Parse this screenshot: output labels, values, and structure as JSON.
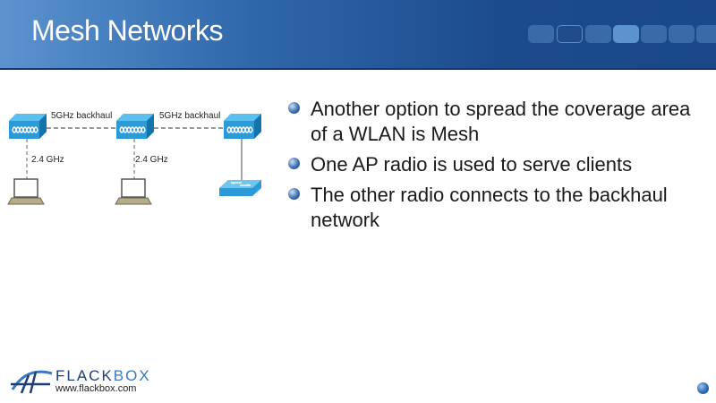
{
  "header": {
    "title": "Mesh Networks",
    "nav_boxes": 7,
    "active_box": 4,
    "outlined_box": 2
  },
  "diagram": {
    "backhaul_labels": [
      "5GHz backhaul",
      "5GHz backhaul"
    ],
    "client_labels": [
      "2.4 GHz",
      "2.4 GHz"
    ]
  },
  "bullets": [
    "Another option to spread the coverage area of a WLAN is Mesh",
    "One AP radio is used to serve clients",
    "The other radio connects to the backhaul network"
  ],
  "footer": {
    "brand_a": "FLACK",
    "brand_b": "BOX",
    "url": "www.flackbox.com"
  },
  "colors": {
    "header_dark": "#1a4888",
    "header_light": "#5b93cf",
    "device": "#2b9ad6"
  }
}
